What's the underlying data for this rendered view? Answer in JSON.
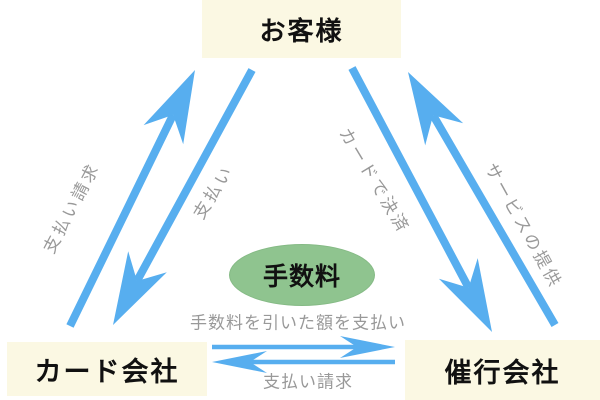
{
  "diagram": {
    "title": "credit-card settlement flow",
    "nodes": {
      "customer": "お客様",
      "card_company": "カード会社",
      "operator": "催行会社"
    },
    "center_badge": {
      "fee": "手数料"
    },
    "edges": {
      "payment_request_up": "支払い請求",
      "payment": "支払い",
      "card_settlement": "カードで決済",
      "service_provision": "サービスの提供",
      "pay_amount_minus_fee": "手数料を引いた額を支払い",
      "payment_request_bottom": "支払い請求"
    },
    "colors": {
      "arrow_blue": "#57aeef",
      "node_background": "#fbf8e3",
      "fee_background": "#8fc48f",
      "muted_label": "#999999",
      "text": "#111111",
      "page_background": "#ffffff"
    }
  }
}
